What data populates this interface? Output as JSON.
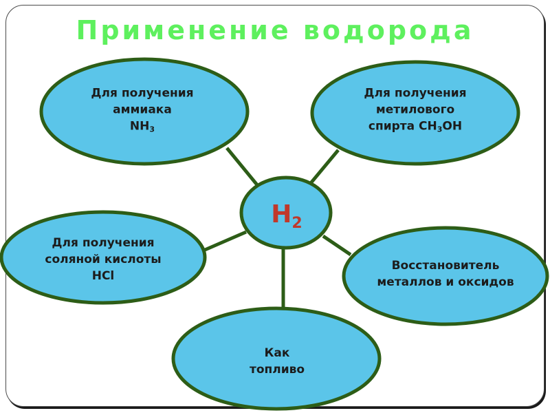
{
  "title": "Применение водорода",
  "colors": {
    "title": "#5ef05e",
    "ellipse_fill": "#5bc5e9",
    "ellipse_stroke": "#2d5d17",
    "connector": "#2d5d17",
    "center_text": "#c0392b"
  },
  "center": {
    "symbol": "H",
    "subscript": "2"
  },
  "nodes": {
    "ammonia": {
      "line1": "Для получения",
      "line2": "аммиака",
      "formula_main": "NH",
      "formula_sub": "3"
    },
    "methanol": {
      "line1": "Для получения",
      "line2": "метилового",
      "formula_prefix": "спирта CH",
      "formula_sub": "3",
      "formula_suffix": "OH"
    },
    "hcl": {
      "line1": "Для получения",
      "line2": "соляной кислоты",
      "line3": "HCl"
    },
    "reducer": {
      "line1": "Восстановитель",
      "line2": "металлов и оксидов"
    },
    "fuel": {
      "line1": "Как",
      "line2": "топливо"
    }
  }
}
